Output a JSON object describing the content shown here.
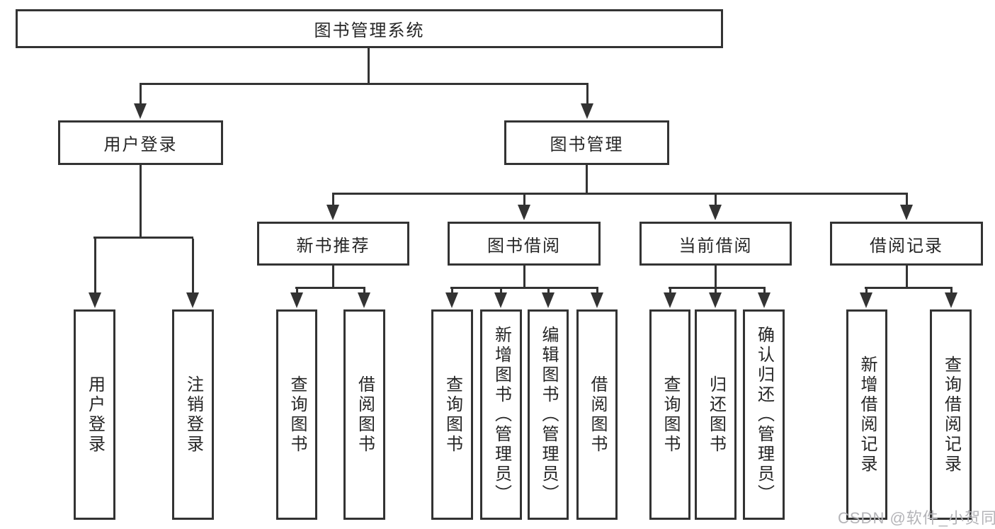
{
  "nodes": {
    "root": {
      "label": "图书管理系统"
    },
    "level2": [
      {
        "id": "user-login",
        "label": "用户登录"
      },
      {
        "id": "book-management",
        "label": "图书管理"
      }
    ],
    "level3": [
      {
        "id": "new-book-recommend",
        "label": "新书推荐"
      },
      {
        "id": "book-borrow",
        "label": "图书借阅"
      },
      {
        "id": "current-borrow",
        "label": "当前借阅"
      },
      {
        "id": "borrow-records",
        "label": "借阅记录"
      }
    ],
    "leaves": [
      {
        "id": "leaf-user-login",
        "label": "用户登录"
      },
      {
        "id": "leaf-logout",
        "label": "注销登录"
      },
      {
        "id": "leaf-query-book-recommend",
        "label": "查询图书"
      },
      {
        "id": "leaf-borrow-book-recommend",
        "label": "借阅图书"
      },
      {
        "id": "leaf-query-book-borrow",
        "label": "查询图书"
      },
      {
        "id": "leaf-add-book-admin",
        "label": "新增图书（管理员）"
      },
      {
        "id": "leaf-edit-book-admin",
        "label": "编辑图书（管理员）"
      },
      {
        "id": "leaf-borrow-book",
        "label": "借阅图书"
      },
      {
        "id": "leaf-query-book-current",
        "label": "查询图书"
      },
      {
        "id": "leaf-return-book",
        "label": "归还图书"
      },
      {
        "id": "leaf-confirm-return-admin",
        "label": "确认归还（管理员）"
      },
      {
        "id": "leaf-add-borrow-record",
        "label": "新增借阅记录"
      },
      {
        "id": "leaf-query-borrow-record",
        "label": "查询借阅记录"
      }
    ]
  },
  "watermark": {
    "text": "CSDN @软件_小贺同学"
  },
  "colors": {
    "line": "#333333",
    "border": "#333333",
    "text": "#262626",
    "background": "#ffffff",
    "watermark": "#b4b4b8"
  }
}
